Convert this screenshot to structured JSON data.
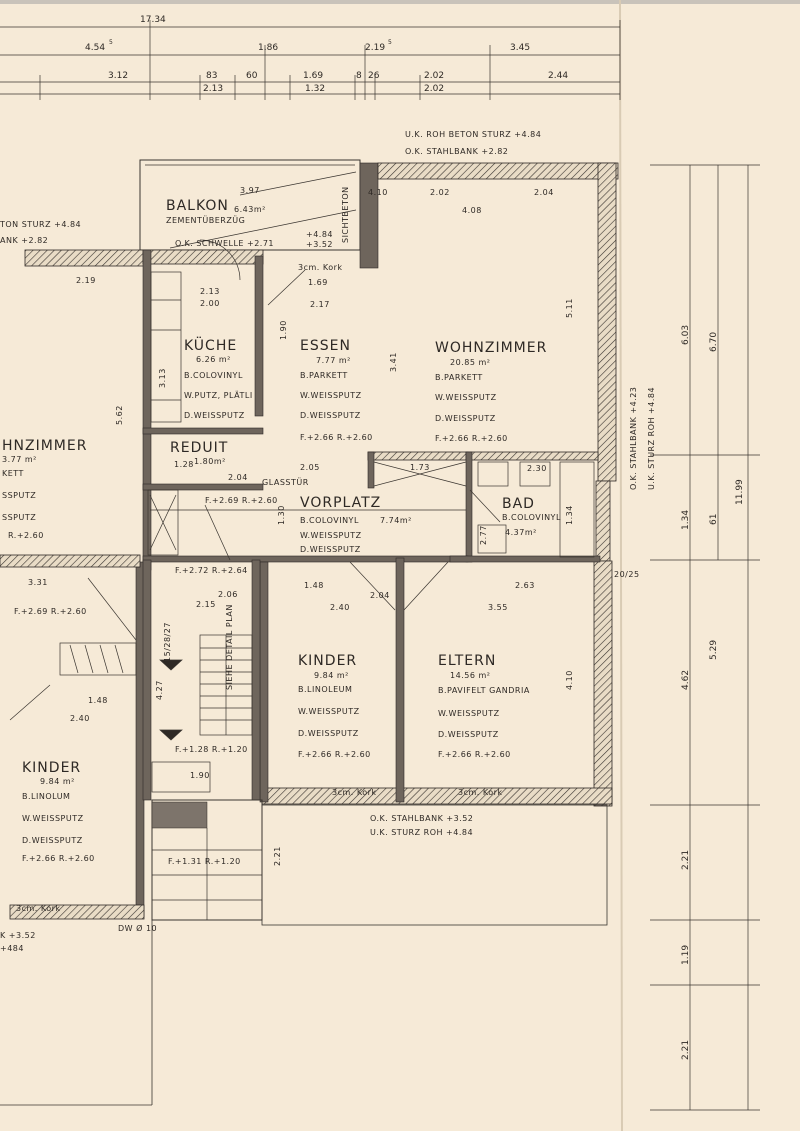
{
  "dimensions_top": {
    "overall": "17.34",
    "row2": [
      "4.54",
      "1.86",
      "2.19",
      "3.45"
    ],
    "row2_sup": [
      "5",
      "5"
    ],
    "row3": [
      "3.12",
      "83",
      "60",
      "1.69",
      "8",
      "26",
      "2.02",
      "2.44"
    ],
    "row3b": [
      "2.13",
      "1.32",
      "2.02"
    ]
  },
  "dimensions_right": [
    "6.03",
    "6.70",
    "11.99",
    "1.34",
    "61",
    "4.62",
    "5.29",
    "2.21",
    "1.19",
    "2.21"
  ],
  "notes": {
    "uk_roh_beton": "U.K. ROH BETON STURZ +4.84",
    "ok_stahlbank_top": "O.K. STAHLBANK +2.82",
    "left_sturz": "TON STURZ +4.84",
    "left_stahlbank": "ANK +2.82",
    "right_stahlbank": "O.K. STAHLBANK +4.23",
    "right_sturz": "U.K. STURZ ROH +4.84",
    "bottom_stahlbank": "O.K. STAHLBANK +3.52",
    "bottom_sturz": "U.K. STURZ ROH +4.84",
    "bottom_left_1": "K +3.52",
    "bottom_left_2": "+484",
    "dw": "DW Ø 10",
    "corner_2025": "20/25",
    "sichtbeton": "SICHTBETON",
    "glasstuer": "GLASSTÜR",
    "detail_plan": "SIEHE DETAIL PLAN",
    "stair_size": "15/28/27",
    "kork": "3cm. Kork",
    "schwelle": "O.K. SCHWELLE +2.71",
    "balkon_h1": "+4.84",
    "balkon_h2": "+3.52"
  },
  "rooms": {
    "balkon": {
      "name": "BALKON",
      "area": "6.43m²",
      "f1": "ZEMENTÜBERZÜG"
    },
    "kueche": {
      "name": "KÜCHE",
      "area": "6.26 m²",
      "f1": "B.COLOVINYL",
      "f2": "W.PUTZ, PLÄTLI",
      "f3": "D.WEISSPUTZ"
    },
    "essen": {
      "name": "ESSEN",
      "area": "7.77 m²",
      "f1": "B.PARKETT",
      "f2": "W.WEISSPUTZ",
      "f3": "D.WEISSPUTZ",
      "h": "F.+2.66  R.+2.60"
    },
    "wohnzimmer": {
      "name": "WOHNZIMMER",
      "area": "20.85 m²",
      "f1": "B.PARKETT",
      "f2": "W.WEISSPUTZ",
      "f3": "D.WEISSPUTZ",
      "h": "F.+2.66  R.+2.60"
    },
    "reduit": {
      "name": "REDUIT",
      "area": "1.80m²"
    },
    "vorplatz": {
      "name": "VORPLATZ",
      "area": "7.74m²",
      "f1": "B.COLOVINYL",
      "f2": "W.WEISSPUTZ",
      "f3": "D.WEISSPUTZ",
      "h": "F.+2.69  R.+2.60"
    },
    "bad": {
      "name": "BAD",
      "area": "4.37m²",
      "f1": "B.COLOVINYL"
    },
    "kinder": {
      "name": "KINDER",
      "area": "9.84 m²",
      "f1": "B.LINOLEUM",
      "f2": "W.WEISSPUTZ",
      "f3": "D.WEISSPUTZ",
      "h": "F.+2.66  R.+2.60"
    },
    "eltern": {
      "name": "ELTERN",
      "area": "14.56 m²",
      "f1": "B.PAVIFELT GANDRIA",
      "f2": "W.WEISSPUTZ",
      "f3": "D.WEISSPUTZ",
      "h": "F.+2.66  R.+2.60"
    },
    "left_wohnzimmer": {
      "name": "HNZIMMER",
      "area": "3.77 m²",
      "f1": "KETT",
      "f2": "SSPUTZ",
      "f3": "SSPUTZ",
      "h": "R.+2.60"
    },
    "left_kinder": {
      "name": "KINDER",
      "area": "9.84 m²",
      "f1": "B.LINOLUM",
      "f2": "W.WEISSPUTZ",
      "f3": "D.WEISSPUTZ",
      "h": "F.+2.66  R.+2.60"
    }
  },
  "levels": {
    "stair_top": "F.+2.72  R.+2.64",
    "stair_bottom": "F.+1.28  R.+1.20",
    "entry": "F.+1.31  R.+1.20",
    "left_hall": "F.+2.69  R.+2.60"
  },
  "inner_dims": [
    "3.97",
    "4.10",
    "2.02",
    "2.04",
    "4.08",
    "2.19",
    "2.13",
    "2.00",
    "1.69",
    "2.17",
    "1.90",
    "3.41",
    "5.11",
    "5.62",
    "3.13",
    "1.28",
    "2.05",
    "2.04",
    "1.73",
    "2.30",
    "1.30",
    "1.34",
    "2.77",
    "3.31",
    "2.06",
    "2.15",
    "1.48",
    "2.40",
    "2.04",
    "2.63",
    "3.55",
    "4.10",
    "4.27",
    "1.90",
    "2.21",
    "1.48",
    "2.40"
  ]
}
